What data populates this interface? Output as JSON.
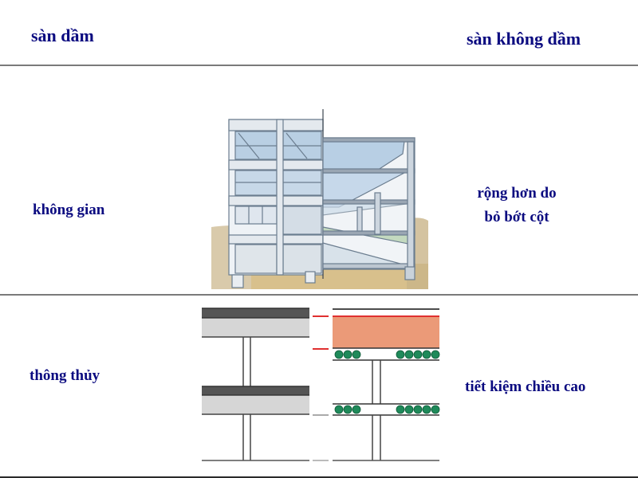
{
  "header": {
    "left_title": "sàn dầm",
    "right_title": "sàn không dầm"
  },
  "rows": [
    {
      "criterion": "không gian",
      "advantage_lines": [
        "rộng hơn do",
        "bỏ bớt cột"
      ],
      "illustration": "building-cutaway-icon"
    },
    {
      "criterion": "thông thủy",
      "advantage_lines": [
        "tiết kiệm chiều cao"
      ],
      "illustration": "slab-section-diagram-icon"
    }
  ],
  "colors": {
    "text": "#0b0b80",
    "divider": "#7a7a7a",
    "bottom_divider": "#2a2a2a",
    "slab_dark": "#555555",
    "slab_light": "#d6d6d6",
    "flat_slab": "#eb9a78",
    "accent_red": "#e03030",
    "rebar_green": "#1f8a5a"
  }
}
